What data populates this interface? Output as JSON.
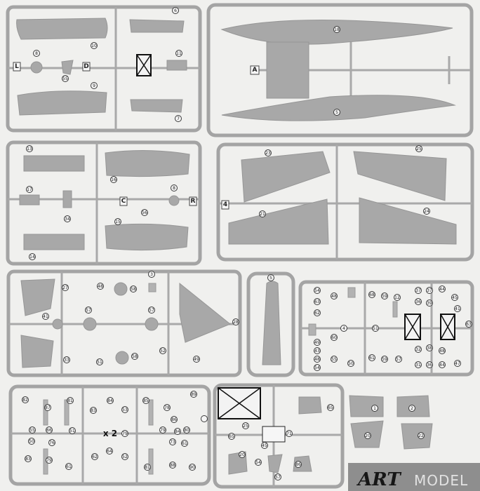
{
  "brand": {
    "art": "ART",
    "model": "MODEL"
  },
  "multiplier": "x 2",
  "letters": {
    "A": "A",
    "C": "C",
    "R": "R",
    "L": "L",
    "D": "D",
    "four": "4"
  },
  "parts": {
    "p1": "1",
    "p2": "2",
    "p3": "3",
    "p4": "4",
    "p5": "5",
    "p6": "6",
    "p7": "7",
    "p8": "8",
    "p9": "9",
    "p10": "10",
    "p11": "11",
    "p12": "12",
    "p13": "13",
    "p14": "14",
    "p15": "15",
    "p16": "16",
    "p17": "17",
    "p18": "18",
    "p19": "19",
    "p20": "20",
    "p21": "21",
    "p22": "22",
    "p23": "23",
    "p24": "24",
    "p25": "25",
    "p26": "26",
    "p27": "27",
    "p28": "28",
    "p29": "29",
    "p30": "30",
    "p31": "31",
    "p32": "32",
    "p33": "33",
    "p34": "34",
    "p35": "35",
    "p36": "36",
    "p37": "37",
    "p38": "38",
    "p39": "39",
    "p40": "40",
    "p41": "41",
    "p42": "42",
    "p43": "43",
    "p44": "44",
    "p45": "45",
    "p46": "46",
    "p47": "47",
    "p48": "48",
    "p49": "49",
    "p50": "50",
    "p51": "51",
    "p52": "52",
    "p53": "53",
    "p54": "54",
    "p55": "55",
    "p56": "56",
    "p57": "57",
    "p58": "58",
    "p59": "59",
    "p60": "60",
    "p61": "61",
    "p62": "62",
    "p63": "63",
    "p64": "64",
    "p65": "65",
    "p66": "66",
    "p67": "67",
    "p68": "68",
    "p69": "69",
    "p70": "70",
    "p71": "71",
    "p72": "72",
    "p73": "73",
    "p74": "74",
    "p75": "75",
    "p76": "76",
    "p77": "77",
    "p78": "78",
    "p79": "79",
    "p80": "80",
    "p81": "81",
    "p82": "82",
    "p83": "83",
    "p84": "84",
    "p85": "85",
    "p86": "86",
    "p87": "87",
    "p88": "88",
    "p89": "89",
    "p90": "90"
  }
}
